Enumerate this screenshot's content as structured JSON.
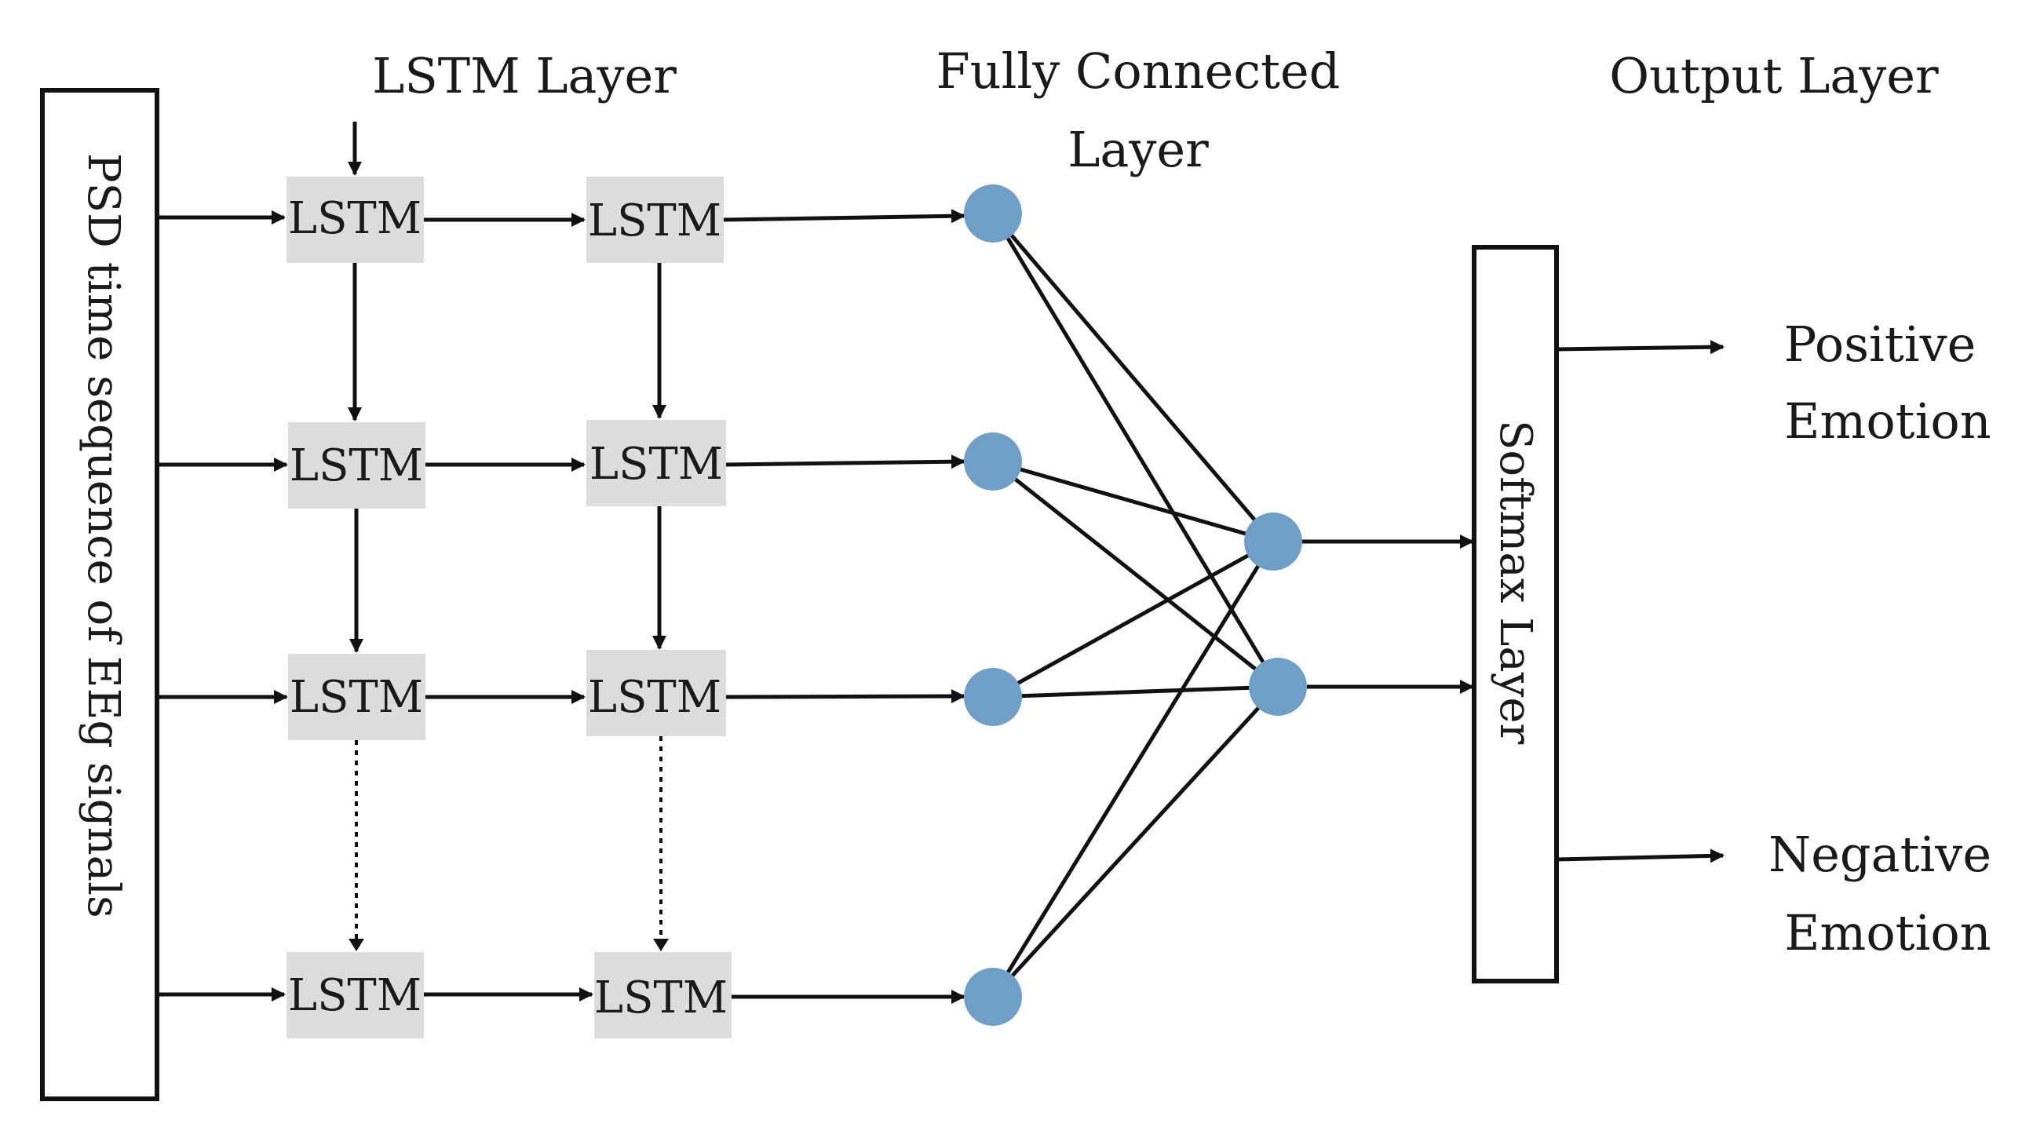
{
  "headings": {
    "lstm_layer": "LSTM Layer",
    "fc_layer_line1": "Fully Connected",
    "fc_layer_line2": "Layer",
    "output_layer": "Output Layer"
  },
  "input_label": "PSD time sequence of EEg signals",
  "lstm_cell_label": "LSTM",
  "softmax_label": "Softmax Layer",
  "outputs": {
    "positive_line1": "Positive",
    "positive_line2": "Emotion",
    "negative_line1": "Negative",
    "negative_line2": "Emotion"
  },
  "colors": {
    "node": "#6f9fc6",
    "lstm_box": "#dcdcdc",
    "line": "#111111"
  }
}
